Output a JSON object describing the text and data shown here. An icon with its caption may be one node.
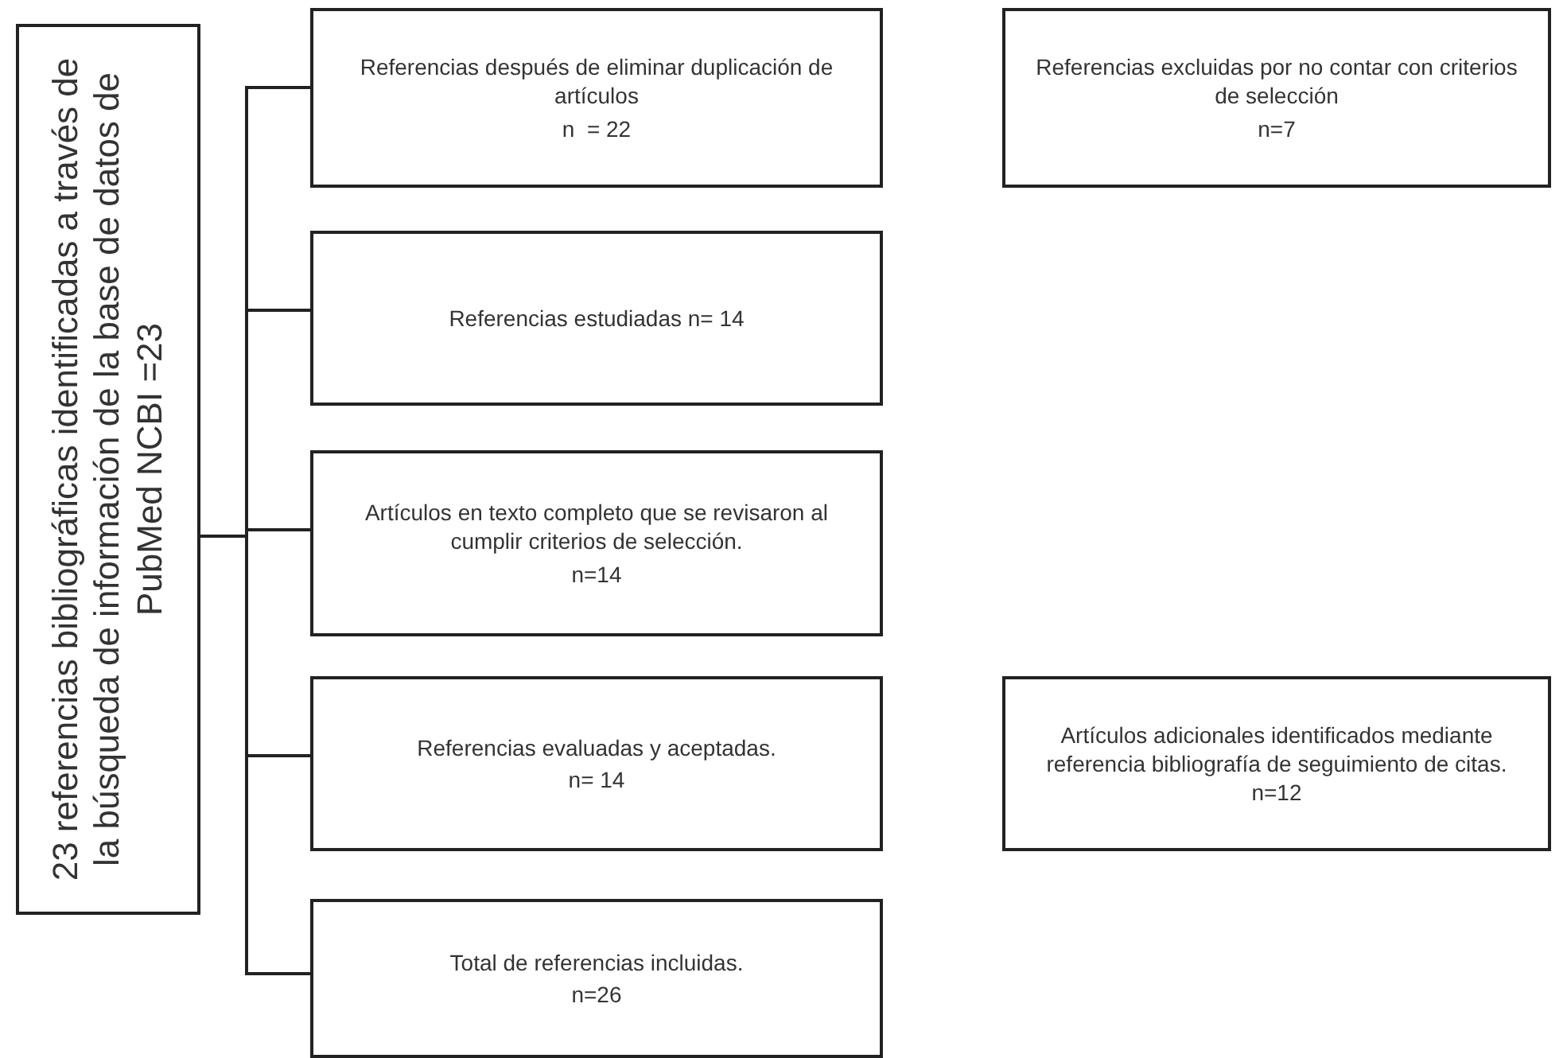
{
  "diagram": {
    "nodes": [
      {
        "text": [
          "23 referencias bibliográficas identificadas a través de la búsqueda de información de la base de datos de PubMed NCBI =23"
        ]
      },
      {
        "text": [
          "Referencias después de eliminar duplicación de artículos",
          "n  = 22"
        ]
      },
      {
        "text": [
          "Referencias excluidas por no contar con criterios de selección",
          "n=7"
        ]
      },
      {
        "text": [
          "Referencias estudiadas n= 14"
        ]
      },
      {
        "text": [
          "Artículos en texto completo que se revisaron al cumplir criterios de selección.",
          "n=14"
        ]
      },
      {
        "text": [
          "Referencias evaluadas y aceptadas.",
          "n= 14"
        ]
      },
      {
        "text": [
          "Artículos adicionales identificados mediante referencia bibliografía de seguimiento de citas.   n=12"
        ]
      },
      {
        "text": [
          "Total de referencias incluidas.",
          "n=26"
        ]
      }
    ],
    "edges": [
      {
        "from": 0,
        "to": 1,
        "arrow": "none"
      },
      {
        "from": 0,
        "to": 3,
        "arrow": "none"
      },
      {
        "from": 0,
        "to": 4,
        "arrow": "none"
      },
      {
        "from": 0,
        "to": 5,
        "arrow": "none"
      },
      {
        "from": 0,
        "to": 7,
        "arrow": "none"
      }
    ]
  }
}
